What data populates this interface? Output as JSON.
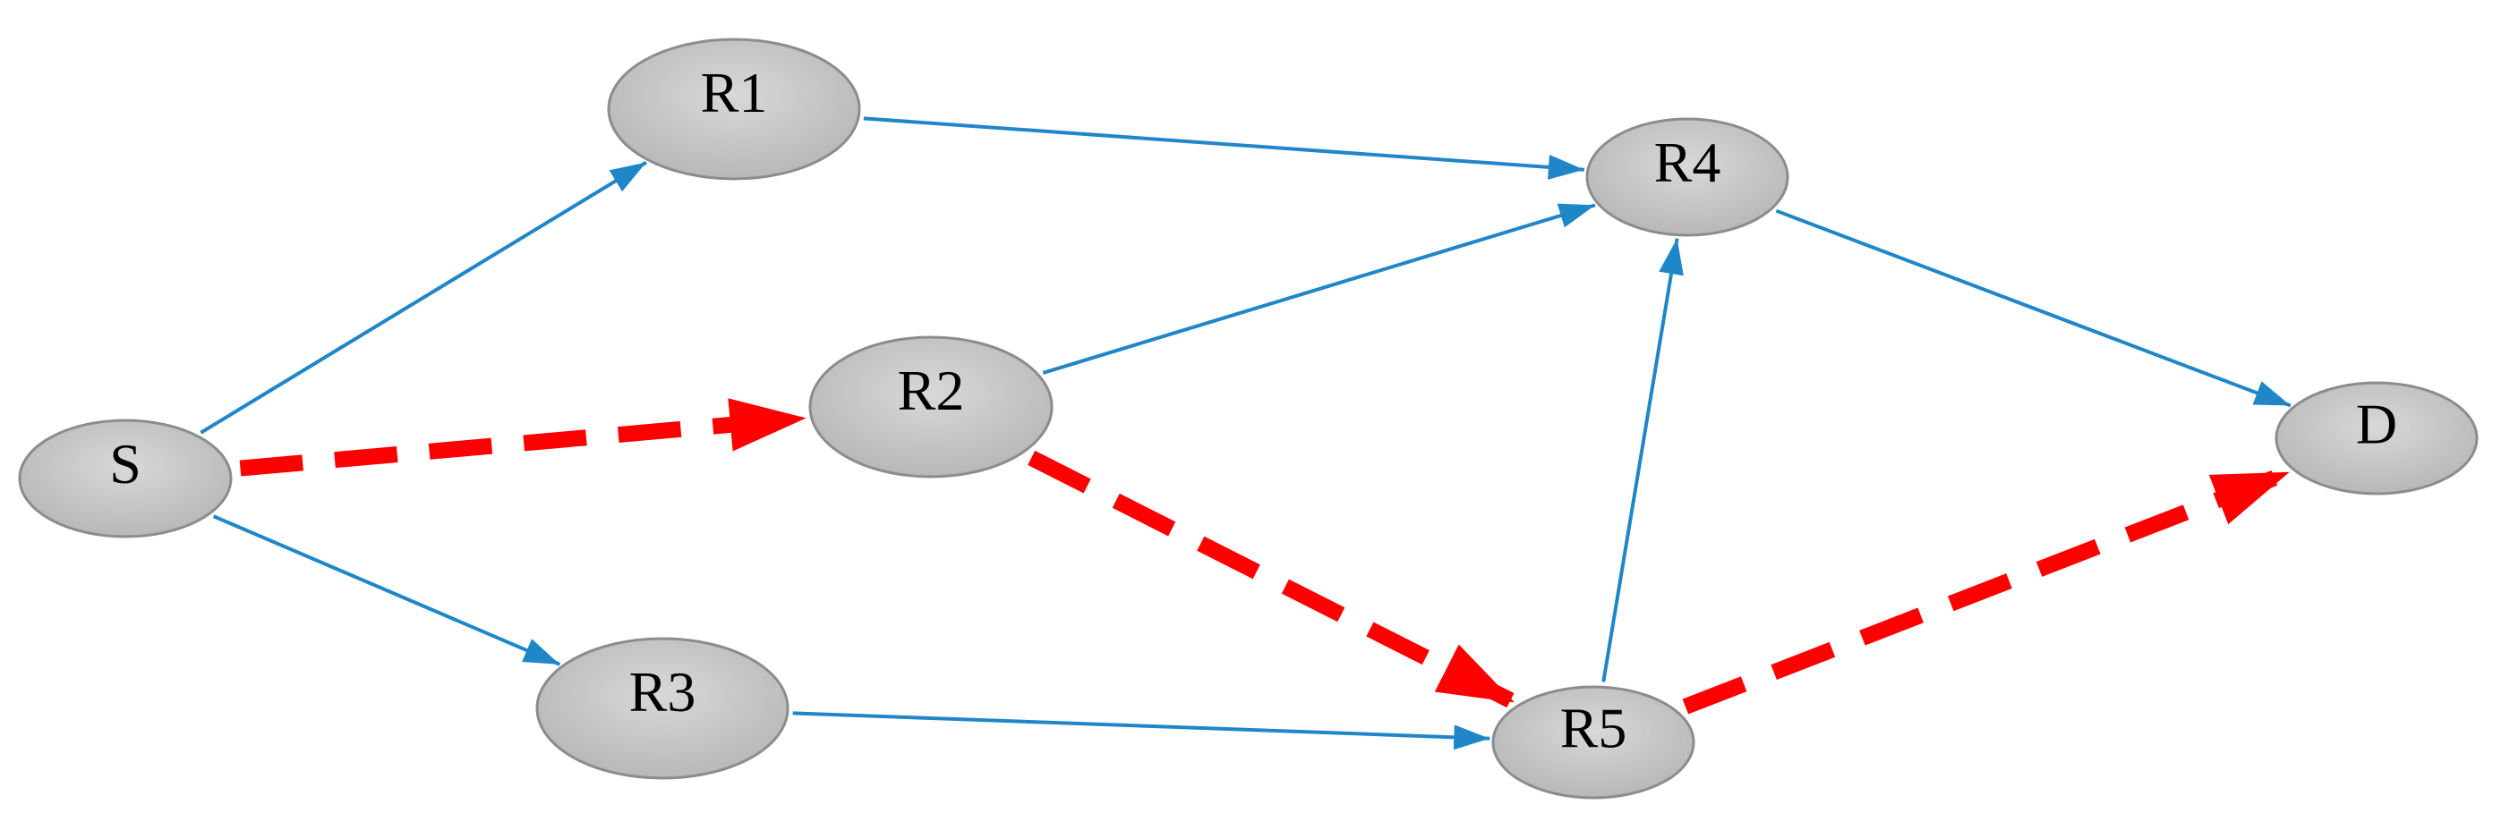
{
  "nodes": [
    {
      "id": "S",
      "label": "S"
    },
    {
      "id": "R1",
      "label": "R1"
    },
    {
      "id": "R2",
      "label": "R2"
    },
    {
      "id": "R3",
      "label": "R3"
    },
    {
      "id": "R4",
      "label": "R4"
    },
    {
      "id": "R5",
      "label": "R5"
    },
    {
      "id": "D",
      "label": "D"
    }
  ],
  "edges": [
    {
      "from": "S",
      "to": "R1",
      "style": "normal"
    },
    {
      "from": "S",
      "to": "R3",
      "style": "normal"
    },
    {
      "from": "R1",
      "to": "R4",
      "style": "normal"
    },
    {
      "from": "R2",
      "to": "R4",
      "style": "normal"
    },
    {
      "from": "R5",
      "to": "R4",
      "style": "normal"
    },
    {
      "from": "R3",
      "to": "R5",
      "style": "normal"
    },
    {
      "from": "R4",
      "to": "D",
      "style": "normal"
    },
    {
      "from": "S",
      "to": "R2",
      "style": "highlighted"
    },
    {
      "from": "R2",
      "to": "R5",
      "style": "highlighted"
    },
    {
      "from": "R5",
      "to": "D",
      "style": "highlighted"
    }
  ],
  "colors": {
    "node_fill": "#c8c8c8",
    "node_stroke": "#8c8c8c",
    "edge_normal": "#1f86c8",
    "edge_highlight": "#ff0000"
  }
}
